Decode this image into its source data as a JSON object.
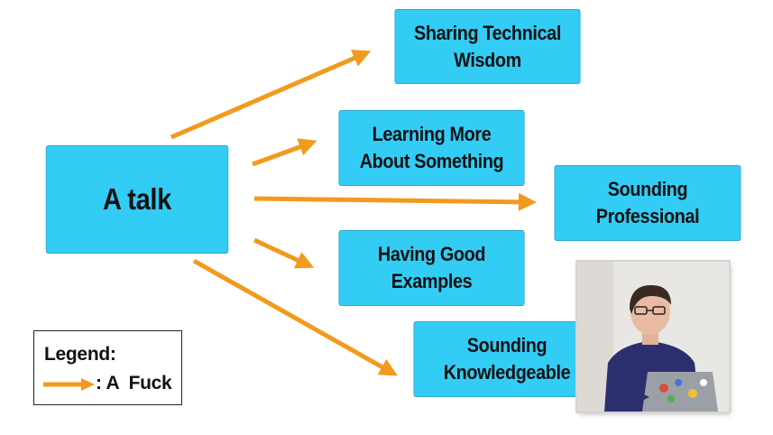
{
  "diagram": {
    "source": {
      "label": "A talk"
    },
    "targets": [
      {
        "id": "wisdom",
        "lines": [
          "Sharing Technical",
          "Wisdom"
        ]
      },
      {
        "id": "learning",
        "lines": [
          "Learning More",
          "About Something"
        ]
      },
      {
        "id": "professional",
        "lines": [
          "Sounding",
          "Professional"
        ]
      },
      {
        "id": "examples",
        "lines": [
          "Having Good",
          "Examples"
        ]
      },
      {
        "id": "knowledgeable",
        "lines": [
          "Sounding",
          "Knowledgeable"
        ]
      }
    ],
    "colors": {
      "box_fill": "#33ccf5",
      "arrow": "#f29a1d",
      "text": "#111111"
    }
  },
  "legend": {
    "title": "Legend:",
    "arrow_meaning": ": A  Fuck"
  },
  "video_inset": {
    "subject": "speaker-with-laptop"
  }
}
